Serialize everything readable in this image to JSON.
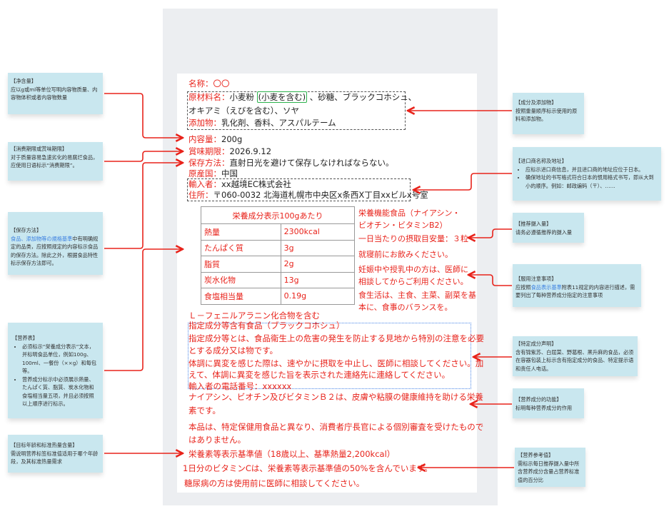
{
  "label": {
    "name_key": "名称：",
    "name_val": "〇〇",
    "ingredients_key": "原材料名：",
    "ingredients_val1": "小麦粉 ",
    "ingredients_allergen": "(小麦を含む)",
    "ingredients_val2": " 、砂糖、ブラックコホシュ、",
    "ingredients_line2": "オキアミ（えびを含む）、ソヤ",
    "additives_key": "添加物：",
    "additives_val": "乳化剤、香料、アスパルテーム",
    "content_key": "内容量：",
    "content_val": "200g",
    "expiry_key": "賞味期限：",
    "expiry_val": "2026.9.12",
    "storage_key": "保存方法：",
    "storage_val": "直射日光を避けて保存しなければならない。",
    "origin_key": "原産国：",
    "origin_val": "中国",
    "importer_key": "輸入者：",
    "importer_val": "xx越境EC株式会社",
    "address_key": "住所：",
    "address_val": "〒060-0032 北海道札幌市中央区x条西X丁目xxビルx号室",
    "nutrition": {
      "header": "栄養成分表示100gあたり",
      "rows": [
        [
          "熱量",
          "2300kcal"
        ],
        [
          "たんぱく質",
          "3g"
        ],
        [
          "脂質",
          "2g"
        ],
        [
          "炭水化物",
          "13g"
        ],
        [
          "食塩相当量",
          "0.19g"
        ]
      ]
    },
    "side": [
      "栄養機能食品（ナイアシン・",
      "ビオチン・ビタミンB2）",
      "一日当たりの摂取目安量：３粒",
      "就寝前にお飲みください。",
      "妊娠中や授乳中の方は、医師に",
      "相談してからご利用ください。",
      "食生活は、主食、主菜、副菜を基",
      "本に、食事のバランスを。"
    ],
    "phenyl": "Ｌ－フェニルアラニン化合物を含む",
    "specified": [
      "指定成分等含有食品（ブラックコホシュ）",
      "指定成分等とは、食品衛生上の危害の発生を防止する見地から特別の注意を必要",
      "とする成分又は物です。",
      "体調に異変を感じた際は、速やかに摂取を中止し、医師に相談してください。加",
      "えて、体調に異変を感じた旨を表示された連絡先に連絡してください。",
      "輸入者の電話番号：xxxxxx"
    ],
    "function": [
      "ナイアシン、ビオチン及びビタミンＢ２は、皮膚や粘膜の健康維持を助ける栄養",
      "素です。"
    ],
    "disclaimer": [
      "本品は、特定保健用食品と異なり、消費者庁長官による個別審査を受けたもので",
      "はありません。"
    ],
    "standard": "栄養素等表示基準値（18歳以上、基準熱量2,200kcal）",
    "vitc": "1日分のビタミンCは、栄養素等表示基準値の50%を含んでいます。",
    "diabetes": "糖尿病の方は使用前に医師に相談してください。"
  },
  "notes_left": [
    {
      "title": "【净含量】",
      "body": "应以g或ml等单位写明内容物质量、内容物体积或者内容物数量"
    },
    {
      "title": "【消费期限或赏味期限】",
      "body": "对于质量容易急速劣化的易腐烂食品，应使用日语标示“消费期限”。"
    },
    {
      "title": "【保存方法】",
      "link": "食品、添加物等の規格基準",
      "body": "中有明确规定的品类，应按照规定的内容标示食品的保存方法。除此之外，根据食品特性标示保存方法即可。"
    },
    {
      "title": "【营养表】",
      "items": [
        "必须标示“栄養成分表示”文本，并标明食品单位，例如100g、100ml、一餐份（××g）和每包等。",
        "营养成分标示中必须展示熱量、たんぱく質、脂質、炭水化物和食塩相当量五项，并且必须按照以上顺序进行标示。"
      ]
    },
    {
      "title": "【目标年龄和标准热量含量】",
      "body": "需说明营养标签标准值适用于哪个年龄段，及其标准热量需求"
    }
  ],
  "notes_right": [
    {
      "title": "【成分及添加物】",
      "body": "按照重量顺序标示使用的原料和添加物。"
    },
    {
      "title": "【进口商名称及地址】",
      "items": [
        "应标示进口商信息，并且进口商的地址应位于日本。",
        "确保地址的书写格式符合日本的惯用格式书写，即从大到小的顺序。例如：邮政编码（〒）、……"
      ]
    },
    {
      "title": "【推荐摄入量】",
      "body": "请务必遵循推荐的摄入量"
    },
    {
      "title": "【服用注意事项】",
      "pre": "应按照",
      "link": "食品表示基準",
      "body": "附表11规定的内容进行描述，需要列出了每种营养成分指定的注意事项"
    },
    {
      "title": "【特定成分声明】",
      "body": "含有锦紫苏、白屈菜、野葛根、黑升麻的食品，必须在容器包装上标示含有指定成分的食品、特定提示语和责任人电话。"
    },
    {
      "title": "【营养成分的功能】",
      "body": "标明每种营养成分的作用"
    },
    {
      "title": "【营养参考值】",
      "body": "需标示每日推荐摄入量中所含营养成分含量占营养标准值的百分比"
    }
  ],
  "colors": {
    "accent": "#e8231b",
    "note_bg": "#c9e7ef",
    "link": "#3a7fe0"
  }
}
